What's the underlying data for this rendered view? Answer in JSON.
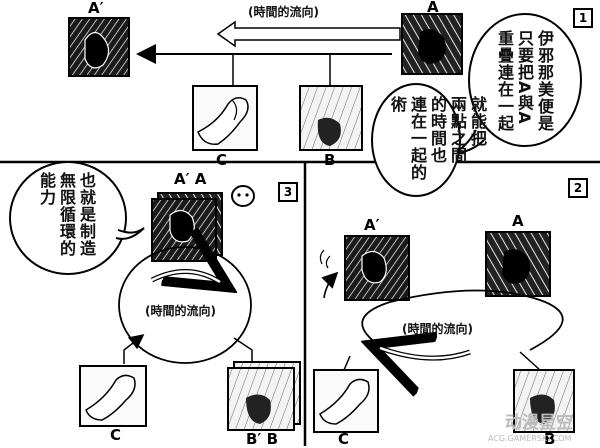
{
  "panels": [
    {
      "number": "1",
      "flow_label": "(時間的流向)"
    },
    {
      "number": "2",
      "flow_label": "(時間的流向)"
    },
    {
      "number": "3",
      "flow_label": "(時間的流向)"
    }
  ],
  "labels": {
    "p1_a_prime": "A′",
    "p1_a": "A",
    "p1_c": "C",
    "p1_b": "B",
    "p2_a_prime": "A′",
    "p2_a": "A",
    "p2_c": "C",
    "p2_b": "B",
    "p3_a_prime_a": "A′ A",
    "p3_c": "C",
    "p3_b_prime_b": "B′ B"
  },
  "bubbles": {
    "b1": [
      "伊邪那美便是",
      "只要把A與A",
      "重疊連在一起"
    ],
    "b2": [
      "就能把",
      "兩點之間",
      "的時間也",
      "連在一起的術"
    ],
    "b3": [
      "也就是制造",
      "無限循環的",
      "能力"
    ]
  },
  "watermark": {
    "logo": "动漫星空",
    "site": "ACG.GAMERSKY.COM"
  }
}
